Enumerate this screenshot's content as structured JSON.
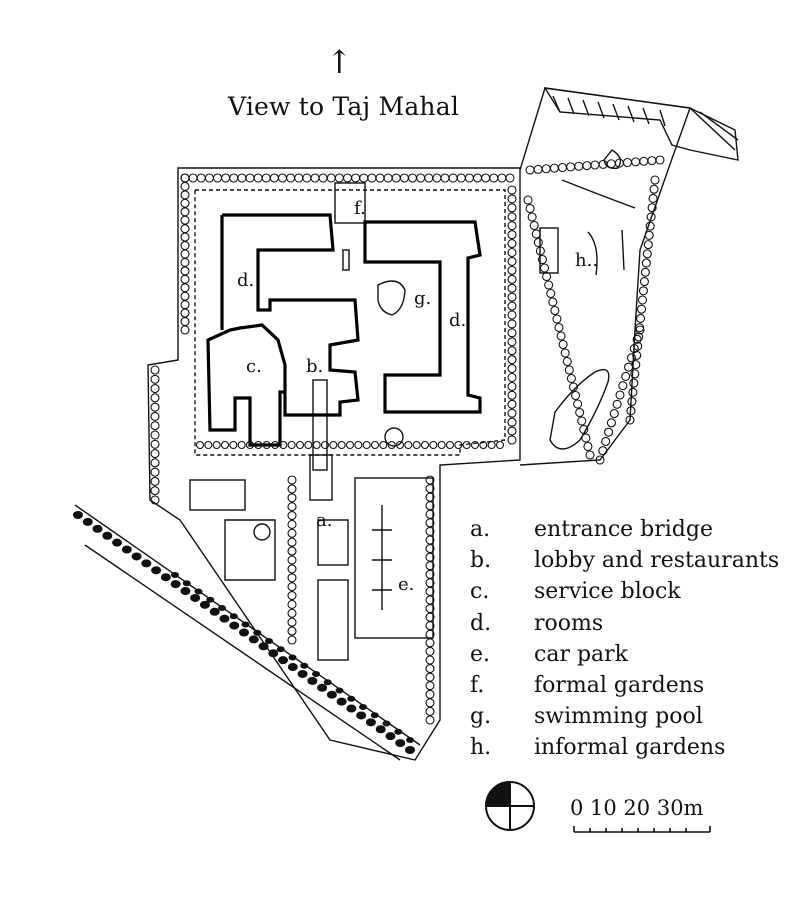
{
  "title": "View to Taj Mahal",
  "icons": {
    "north_arrow": "up-arrow-icon",
    "compass": "compass-icon",
    "trees": "tree-icon"
  },
  "map_labels": {
    "a": "a.",
    "b": "b.",
    "c": "c.",
    "d1": "d.",
    "d2": "d.",
    "e": "e.",
    "f": "f.",
    "g": "g.",
    "h": "h.."
  },
  "legend": [
    {
      "key": "a.",
      "text": "entrance bridge"
    },
    {
      "key": "b.",
      "text": "lobby and restaurants"
    },
    {
      "key": "c.",
      "text": "service block"
    },
    {
      "key": "d.",
      "text": "rooms"
    },
    {
      "key": "e.",
      "text": "car park"
    },
    {
      "key": "f.",
      "text": "formal gardens"
    },
    {
      "key": "g.",
      "text": "swimming pool"
    },
    {
      "key": "h.",
      "text": "informal gardens"
    }
  ],
  "scale": {
    "text": "0 10 20 30m"
  }
}
